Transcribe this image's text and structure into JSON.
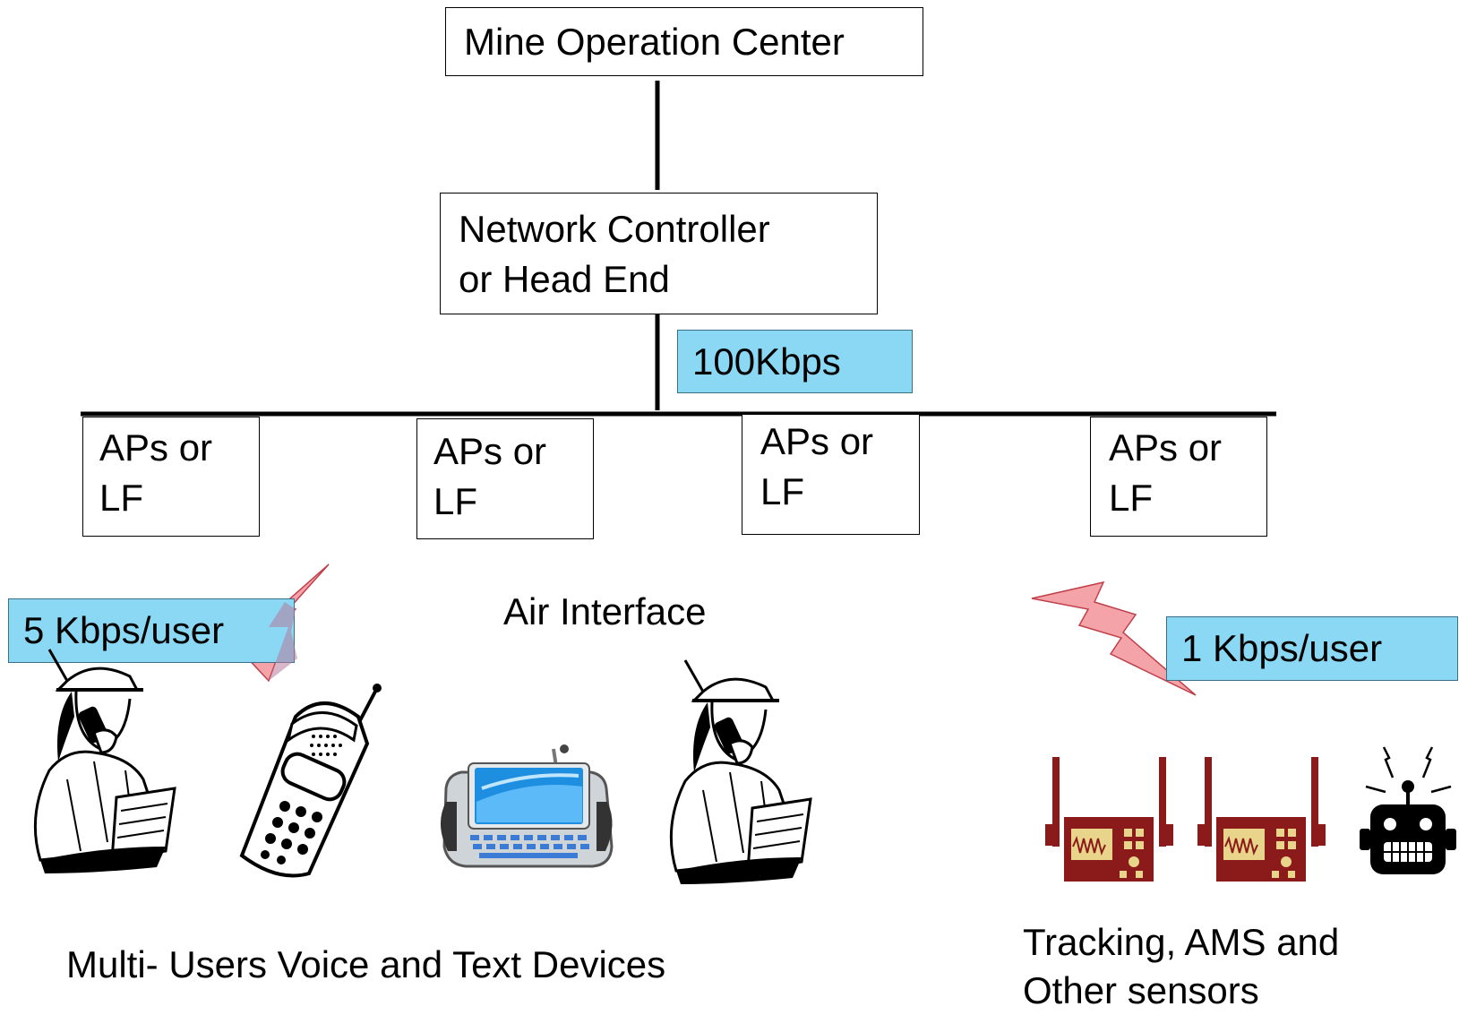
{
  "nodes": {
    "moc": "Mine Operation Center",
    "controller": "Network Controller\nor Head End",
    "aps": [
      "APs or\nLF",
      "APs or\nLF",
      "APs or\nLF",
      "APs or\nLF"
    ]
  },
  "rates": {
    "backhaul": "100Kbps",
    "voice_user": "5 Kbps/user",
    "sensor_user": "1 Kbps/user"
  },
  "captions": {
    "air_interface": "Air Interface",
    "voice_devices": "Multi- Users Voice and Text Devices",
    "sensors": "Tracking, AMS and\nOther sensors"
  },
  "colors": {
    "rate_fill": "#8ad8f4",
    "lightning_fill": "#f4a3a8",
    "sensor_device": "#8b1a1a",
    "screen_blue": "#1e8fe0"
  },
  "icons": [
    "miner-phone-icon",
    "cordless-phone-icon",
    "handheld-pda-icon",
    "miner-phone-icon",
    "radio-tag-icon",
    "radio-tag-icon",
    "robot-sensor-icon"
  ]
}
